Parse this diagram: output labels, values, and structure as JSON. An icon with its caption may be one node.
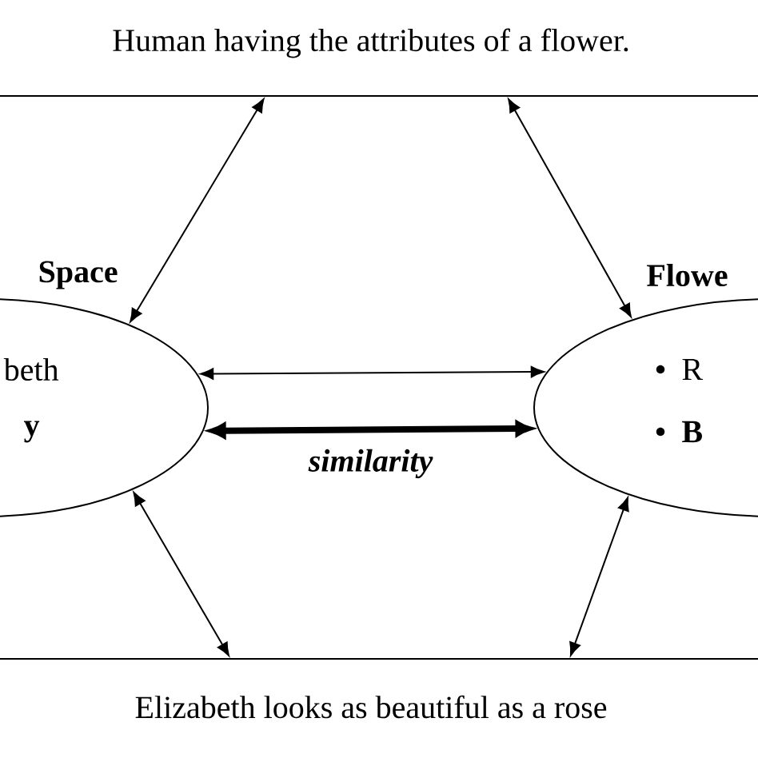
{
  "diagram": {
    "nodes": [
      {
        "text": [
          "Human having the attributes of a flower."
        ]
      },
      {
        "text": [
          "Space",
          "beth",
          "y"
        ]
      },
      {
        "text": [
          "Flowe",
          "R",
          "B"
        ]
      },
      {
        "text": [
          "Elizabeth looks as beautiful as a rose"
        ]
      }
    ],
    "edges": [
      {
        "from": 1,
        "to": 0,
        "arrow": "both"
      },
      {
        "from": 2,
        "to": 0,
        "arrow": "both"
      },
      {
        "from": 1,
        "to": 3,
        "arrow": "both"
      },
      {
        "from": 2,
        "to": 3,
        "arrow": "both"
      },
      {
        "from": 1,
        "to": 2,
        "arrow": "both"
      },
      {
        "from": 1,
        "to": 2,
        "arrow": "both",
        "style": "thick",
        "label": "similarity"
      }
    ]
  }
}
